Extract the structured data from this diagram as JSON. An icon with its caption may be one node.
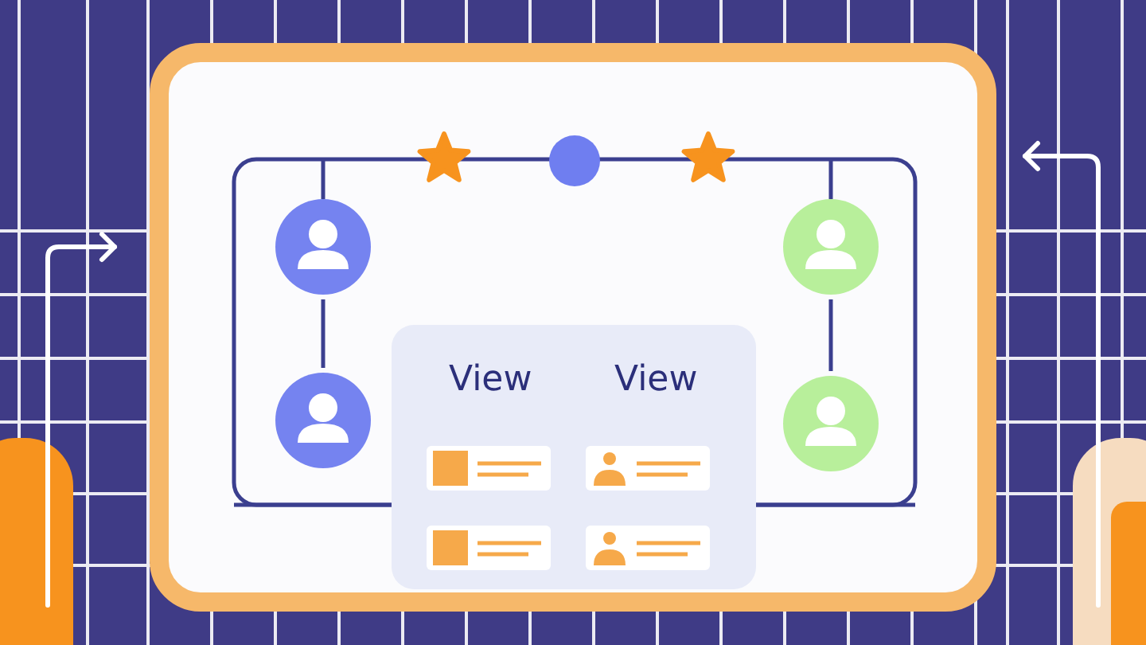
{
  "diagram": {
    "nodes": [
      {
        "text": [
          "View",
          "View"
        ]
      },
      {
        "text": [],
        "shape": "person"
      },
      {
        "text": [],
        "shape": "person"
      },
      {
        "text": [],
        "shape": "person"
      },
      {
        "text": [],
        "shape": "person"
      }
    ],
    "edges": [
      {
        "from": 1,
        "to": 2,
        "arrow": "none"
      },
      {
        "from": 3,
        "to": 4,
        "arrow": "none"
      }
    ]
  }
}
